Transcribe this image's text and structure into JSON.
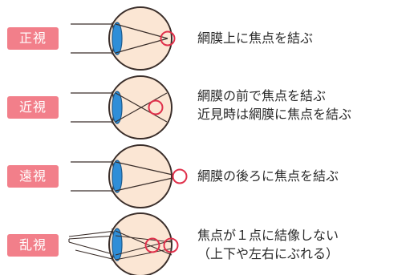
{
  "colors": {
    "badge": "#f27f8a",
    "eyeball_fill": "#fbe6d4",
    "eyeball_stroke": "#3a2e2a",
    "lens_fill": "#2f8ed8",
    "focus_circle": "#e0304b"
  },
  "rows": [
    {
      "label": "正視",
      "description": [
        "網膜上に焦点を結ぶ"
      ],
      "focus": "on-retina"
    },
    {
      "label": "近視",
      "description": [
        "網膜の前で焦点を結ぶ",
        "近見時は網膜に焦点を結ぶ"
      ],
      "focus": "before-retina"
    },
    {
      "label": "遠視",
      "description": [
        "網膜の後ろに焦点を結ぶ"
      ],
      "focus": "behind-retina"
    },
    {
      "label": "乱視",
      "description": [
        "焦点が１点に結像しない",
        "（上下や左右にぶれる）"
      ],
      "focus": "scattered"
    }
  ]
}
